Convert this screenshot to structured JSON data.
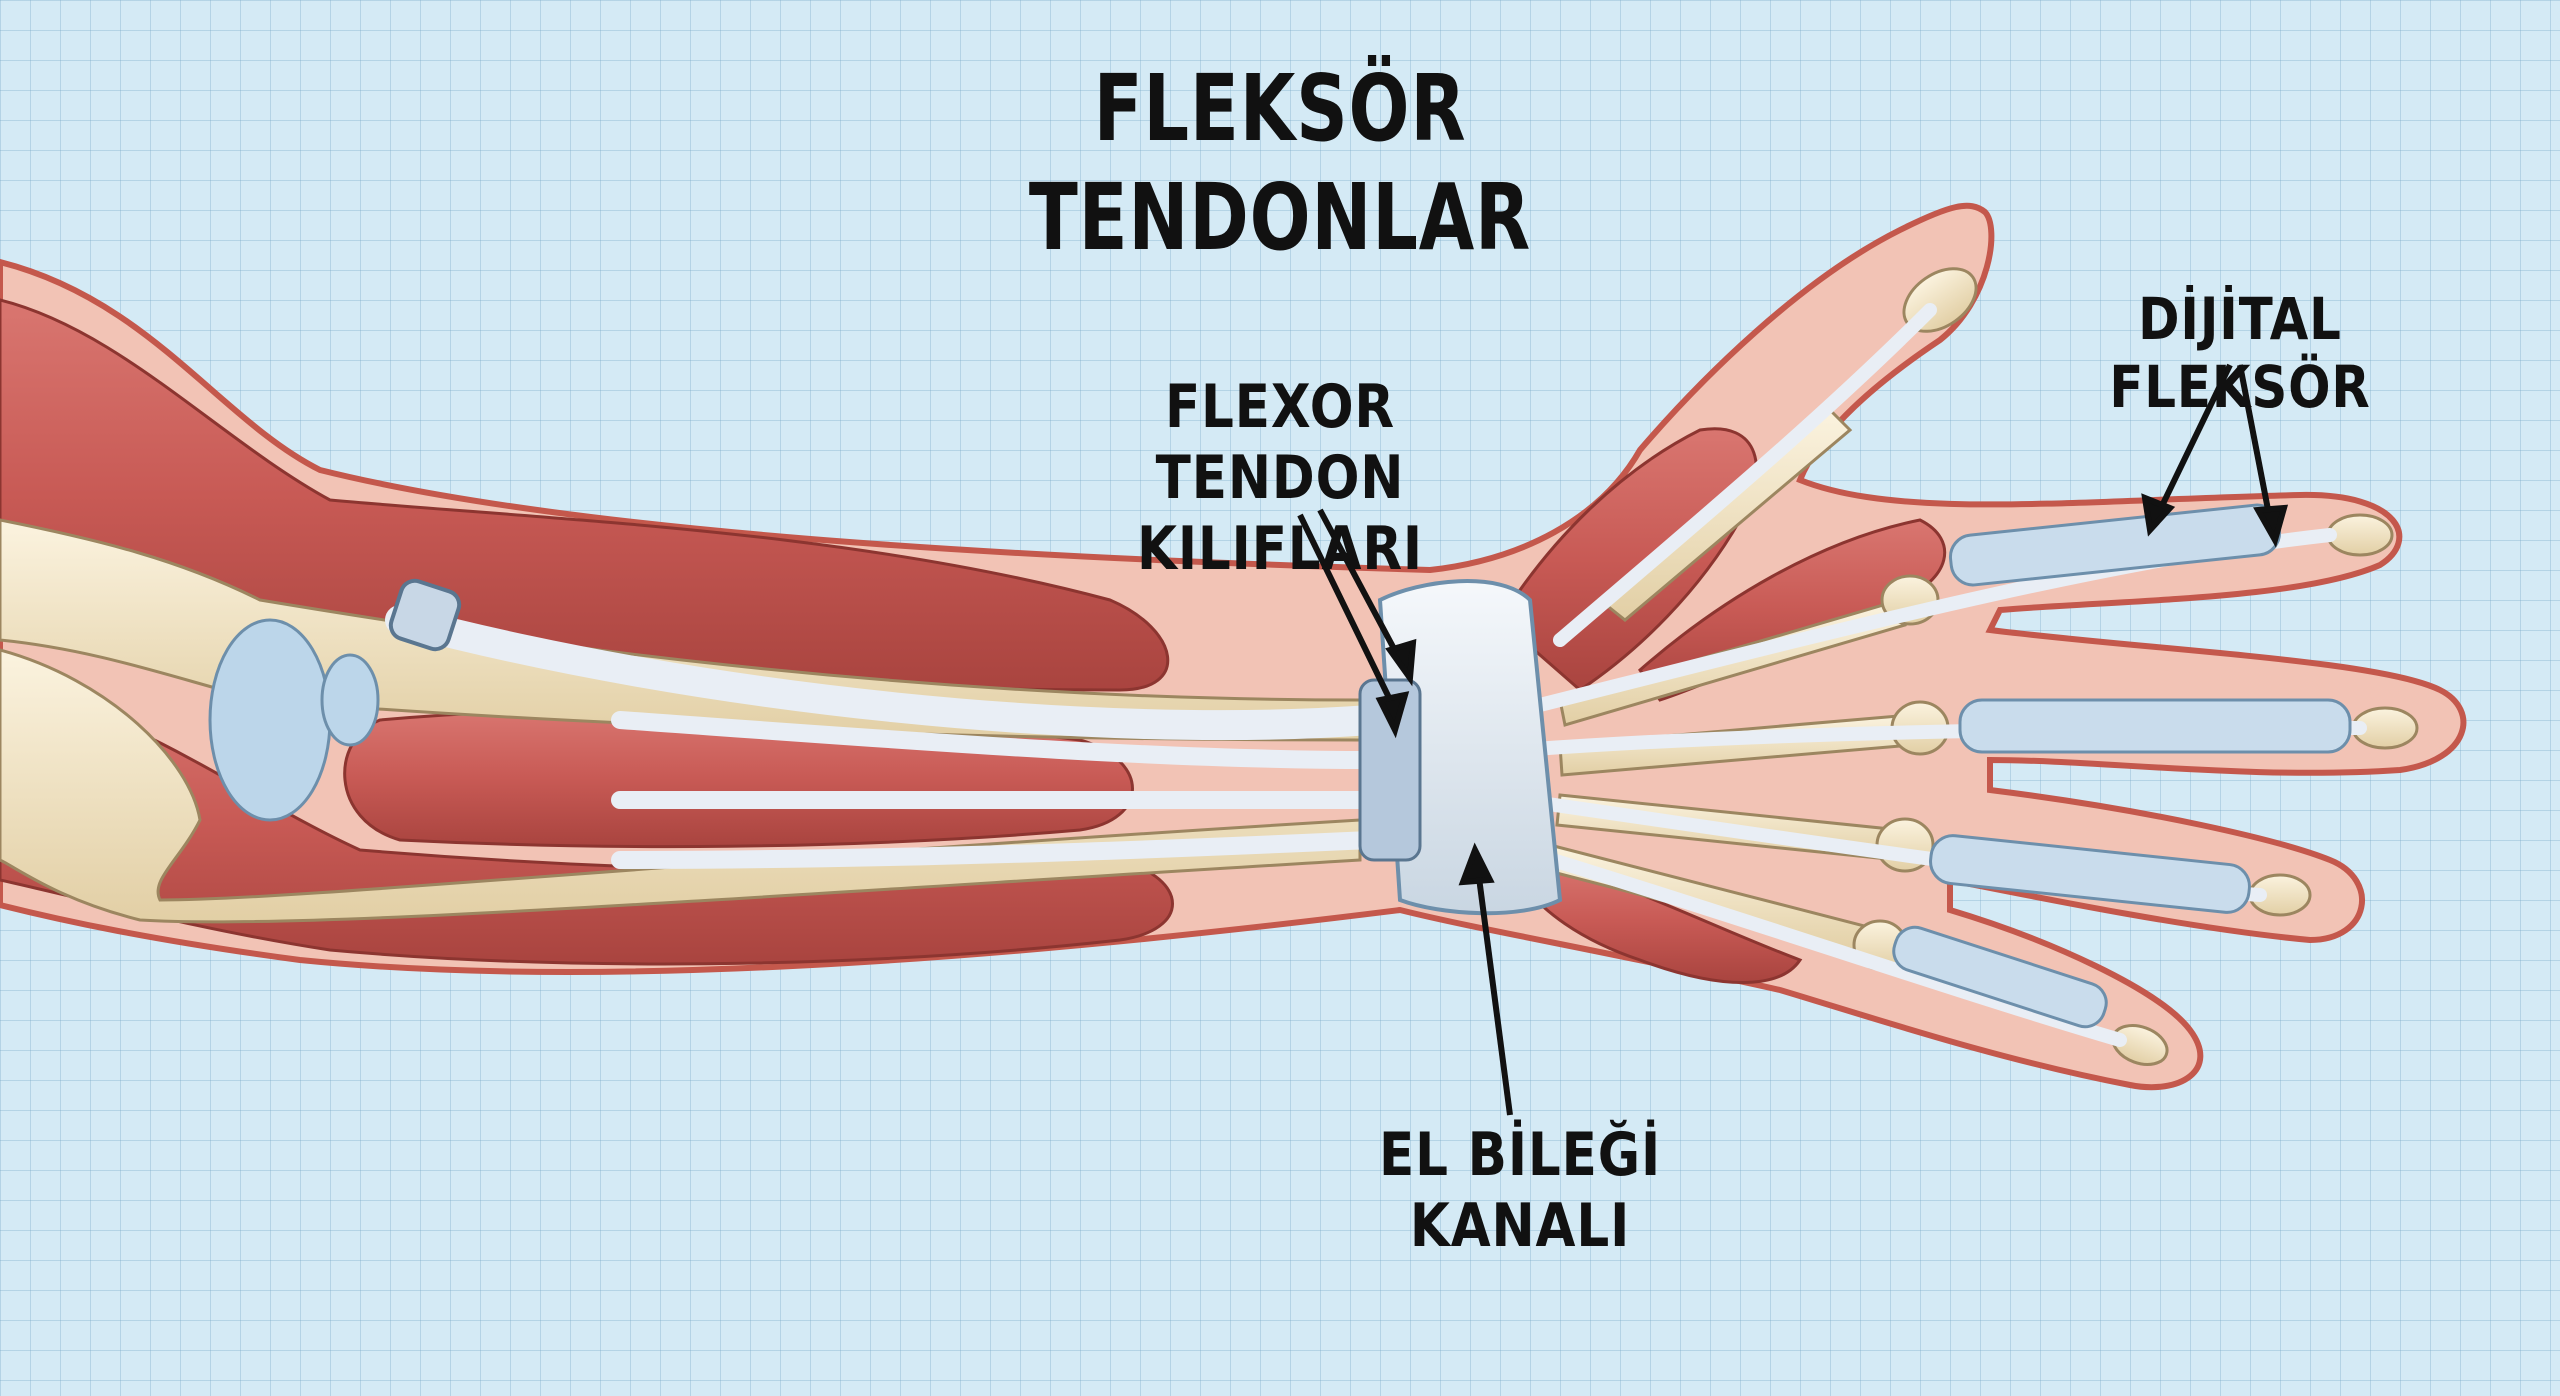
{
  "title": "FLEKSÖR TENDONLAR",
  "labels": {
    "flexor_sheaths_line1": "FLEXOR TENDON",
    "flexor_sheaths_line2": "KILIFLARI",
    "digital_flexor": "DİJİTAL FLEKSÖR",
    "carpal_tunnel": "EL BİLEĞİ KANALI"
  },
  "colors": {
    "background": "#d4eaf5",
    "skin": "#f2c3b5",
    "skin_outline": "#c4584c",
    "muscle": "#c85a55",
    "bone": "#f1e4c3",
    "tendon": "#e4ecf4",
    "joint_cartilage": "#bcd6ea"
  }
}
